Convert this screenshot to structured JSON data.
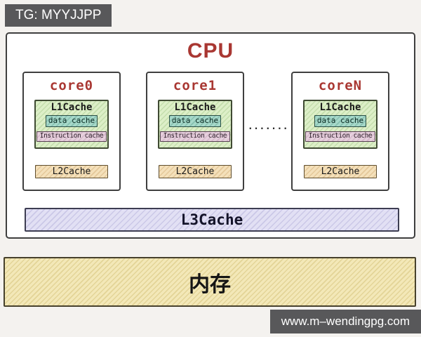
{
  "badges": {
    "top_left": "TG: MYYJJPP",
    "bottom_right": "www.m–wendingpg.com"
  },
  "diagram": {
    "cpu_label": "CPU",
    "cores": [
      {
        "name": "core0",
        "l1_label": "L1Cache",
        "data_cache_label": "data cache",
        "instruction_cache_label": "Instruction cache",
        "l2_label": "L2Cache"
      },
      {
        "name": "core1",
        "l1_label": "L1Cache",
        "data_cache_label": "data cache",
        "instruction_cache_label": "Instruction cache",
        "l2_label": "L2Cache"
      },
      {
        "name": "coreN",
        "l1_label": "L1Cache",
        "data_cache_label": "data cache",
        "instruction_cache_label": "Instruction cache",
        "l2_label": "L2Cache"
      }
    ],
    "more_cores_ellipsis": ".......",
    "l3_label": "L3Cache",
    "memory_label": "内存"
  },
  "colors": {
    "accent_red": "#a93732",
    "l1_green": "#ddefc8",
    "data_cache_teal": "#a6d8c9",
    "instruction_cache_mauve": "#e6d0dd",
    "l2_tan": "#f4e0ba",
    "l3_lavender": "#e2e0f4",
    "memory_yellow": "#f3e8b8",
    "badge_gray": "#58585a"
  }
}
